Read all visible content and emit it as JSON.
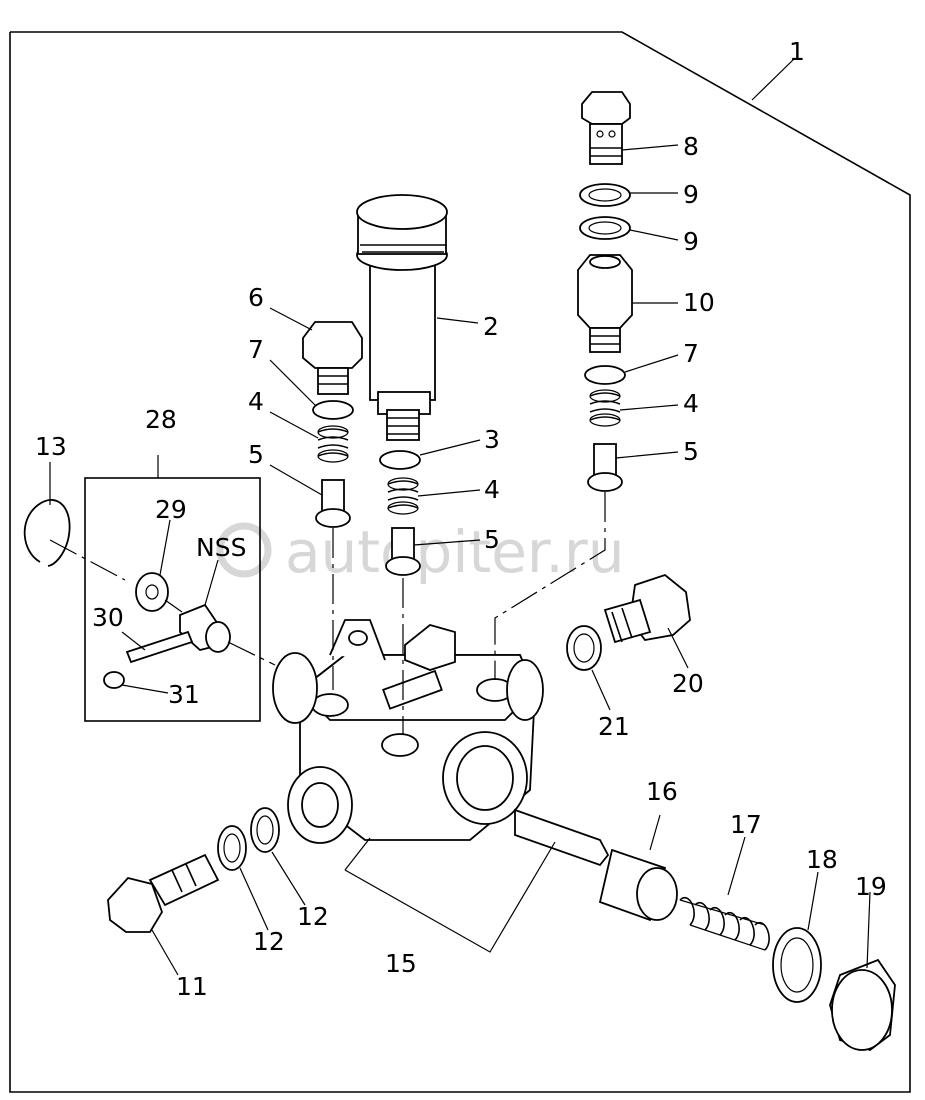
{
  "callouts": [
    "1",
    "2",
    "3",
    "4",
    "4",
    "4",
    "5",
    "5",
    "5",
    "6",
    "7",
    "7",
    "8",
    "9",
    "9",
    "10",
    "11",
    "12",
    "12",
    "13",
    "15",
    "16",
    "17",
    "18",
    "19",
    "20",
    "21",
    "28",
    "29",
    "30",
    "31",
    "NSS"
  ],
  "watermark": "autopiter.ru",
  "colors": {
    "line": "#000000",
    "background": "#ffffff",
    "watermark": "#d7d7d7"
  }
}
